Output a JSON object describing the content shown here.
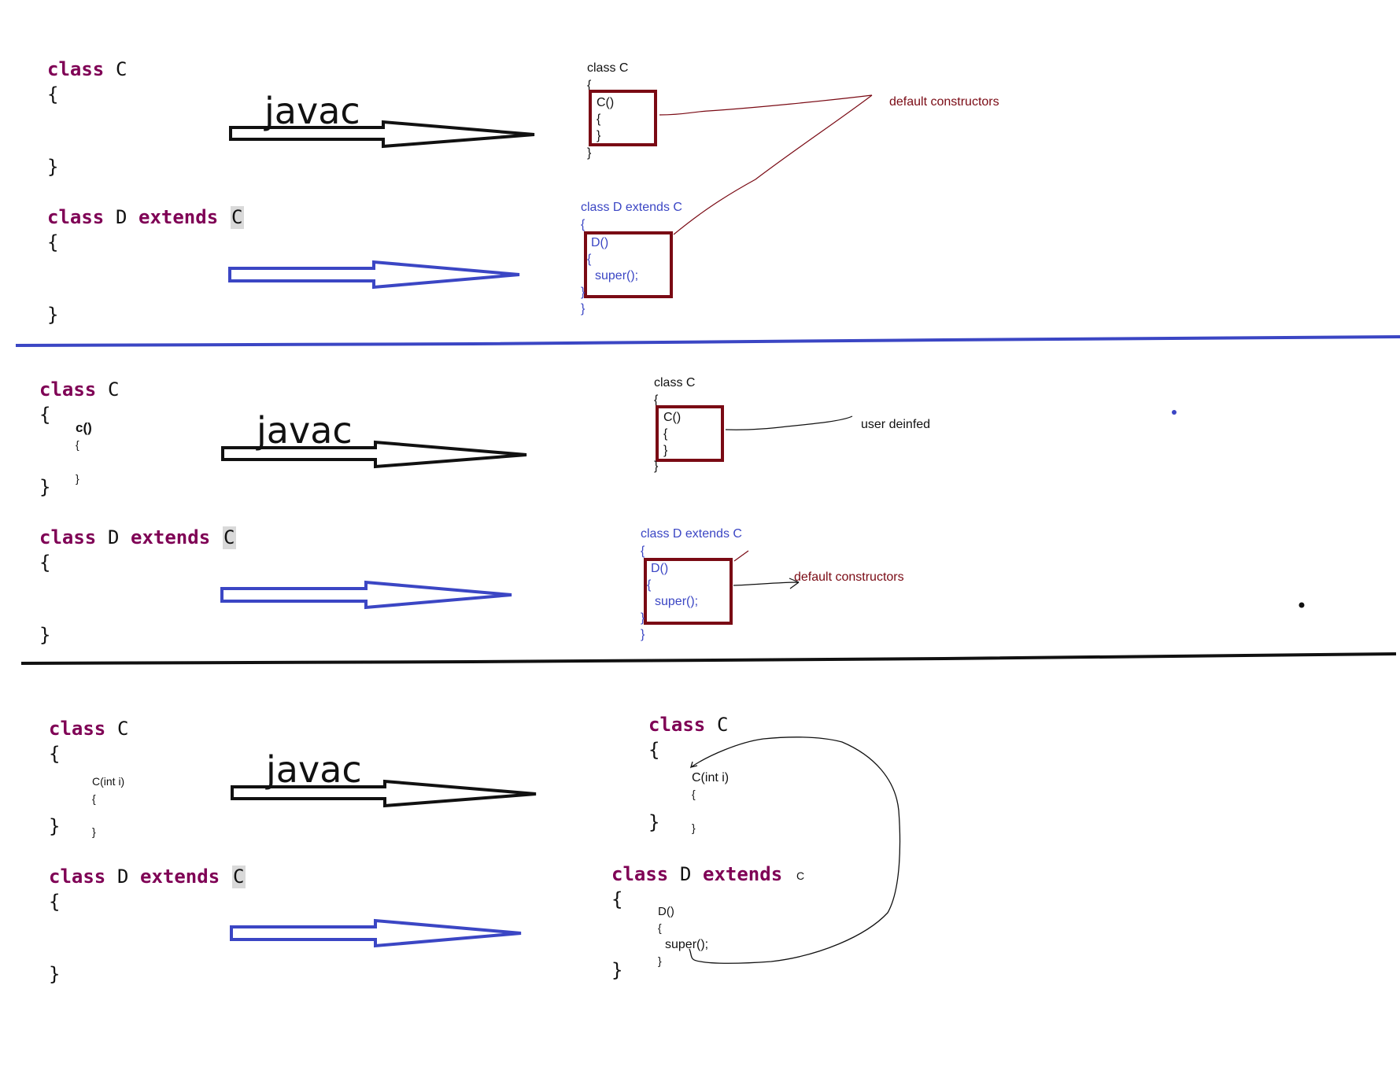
{
  "colors": {
    "keyword": "#7f0055",
    "blue": "#3b46c4",
    "darkred": "#7a0a14",
    "black": "#111111"
  },
  "sections": [
    {
      "left": {
        "class_c_kw": "class",
        "class_c_name": "C",
        "open1": "{",
        "close1": "}",
        "class_d_kw": "class",
        "class_d_name": "D",
        "extends_kw": "extends",
        "extends_name": "C",
        "open2": "{",
        "close2": "}"
      },
      "arrow_label": "javac",
      "right": {
        "c_header": "class C",
        "c_open": "{",
        "c_ctor": "C()",
        "c_ctor_open": "{",
        "c_ctor_close": "}",
        "c_close": "}",
        "d_header": "class D extends C",
        "d_open": "{",
        "d_ctor": "D()",
        "d_ctor_open": "{",
        "d_super": "super();",
        "d_ctor_close": "}",
        "d_close": "}"
      },
      "annotation": "default constructors"
    },
    {
      "left": {
        "class_c_kw": "class",
        "class_c_name": "C",
        "open1": "{",
        "ctor": "c()",
        "ctor_open": "{",
        "ctor_close": "}",
        "close1": "}",
        "class_d_kw": "class",
        "class_d_name": "D",
        "extends_kw": "extends",
        "extends_name": "C",
        "open2": "{",
        "close2": "}"
      },
      "arrow_label": "javac",
      "right": {
        "c_header": "class C",
        "c_open": "{",
        "c_ctor": "C()",
        "c_ctor_open": "{",
        "c_ctor_close": "}",
        "c_close": "}",
        "d_header": "class D extends C",
        "d_open": "{",
        "d_ctor": "D()",
        "d_ctor_open": "{",
        "d_super": "super();",
        "d_ctor_close": "}",
        "d_close": "}"
      },
      "annotation_user": "user deinfed",
      "annotation_default": "default constructors"
    },
    {
      "left": {
        "class_c_kw": "class",
        "class_c_name": "C",
        "open1": "{",
        "ctor": "C(int i)",
        "ctor_open": "{",
        "ctor_close": "}",
        "close1": "}",
        "class_d_kw": "class",
        "class_d_name": "D",
        "extends_kw": "extends",
        "extends_name": "C",
        "open2": "{",
        "close2": "}"
      },
      "arrow_label": "javac",
      "right": {
        "class_c_kw": "class",
        "class_c_name": "C",
        "c_open": "{",
        "c_ctor": "C(int i)",
        "c_ctor_open": "{",
        "c_ctor_close": "}",
        "c_close": "}",
        "class_d_kw": "class",
        "class_d_name": "D",
        "extends_kw": "extends",
        "extends_name": "C",
        "d_open": "{",
        "d_ctor": "D()",
        "d_ctor_open": "{",
        "d_super": "super();",
        "d_ctor_close": "}",
        "d_close": "}"
      }
    }
  ]
}
